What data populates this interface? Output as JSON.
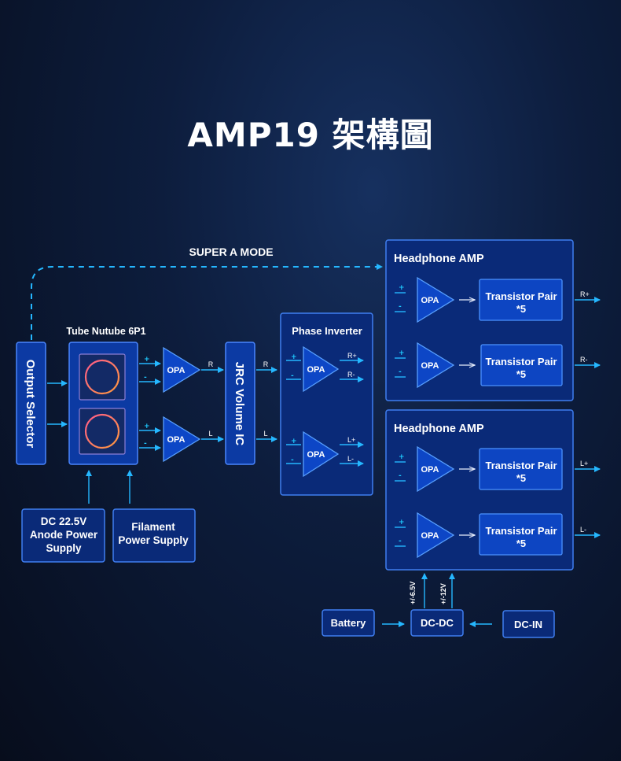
{
  "title": "AMP19 架構圖",
  "super_a_mode": "SUPER A MODE",
  "output_selector": "Output Selector",
  "tube_label": "Tube Nutube 6P1",
  "opa": "OPA",
  "plus": "+",
  "minus": "-",
  "jrc_volume_ic": "JRC Volume IC",
  "phase_inverter": "Phase Inverter",
  "headphone_amp": "Headphone AMP",
  "transistor_pair_line1": "Transistor Pair",
  "transistor_pair_line2": "*5",
  "labels": {
    "r": "R",
    "l": "L",
    "r_plus": "R+",
    "r_minus": "R-",
    "l_plus": "L+",
    "l_minus": "L-"
  },
  "anode_supply": [
    "DC 22.5V",
    "Anode Power",
    "Supply"
  ],
  "filament_supply": [
    "Filament",
    "Power Supply"
  ],
  "battery": "Battery",
  "dc_dc": "DC-DC",
  "dc_in": "DC-IN",
  "rail_low": "+/-6.5V",
  "rail_high": "+/-12V"
}
